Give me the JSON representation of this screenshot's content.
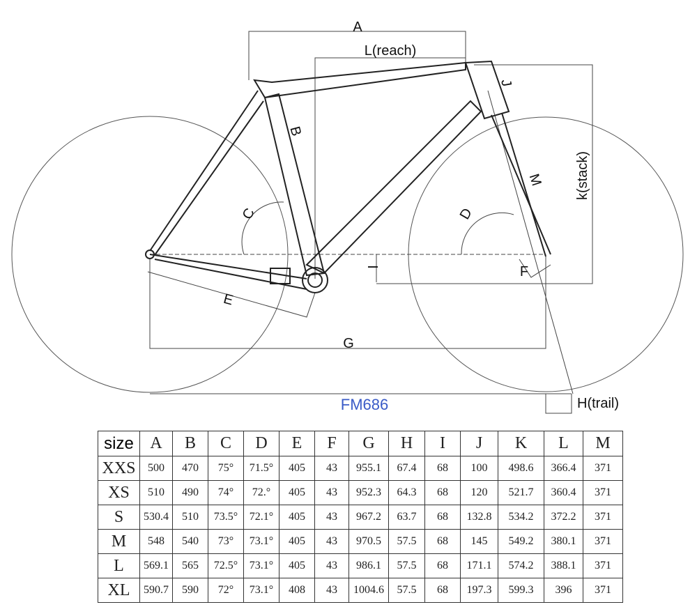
{
  "diagram": {
    "model": "FM686",
    "labels": {
      "A": "A",
      "reach": "L(reach)",
      "stack": "k(stack)",
      "B": "B",
      "C": "C",
      "D": "D",
      "E": "E",
      "F": "F",
      "G": "G",
      "trail": "H(trail)",
      "I": "I",
      "J": "J",
      "M": "M"
    }
  },
  "table": {
    "headers": [
      "size",
      "A",
      "B",
      "C",
      "D",
      "E",
      "F",
      "G",
      "H",
      "I",
      "J",
      "K",
      "L",
      "M"
    ],
    "rows": [
      [
        "XXS",
        "500",
        "470",
        "75°",
        "71.5°",
        "405",
        "43",
        "955.1",
        "67.4",
        "68",
        "100",
        "498.6",
        "366.4",
        "371"
      ],
      [
        "XS",
        "510",
        "490",
        "74°",
        "72.°",
        "405",
        "43",
        "952.3",
        "64.3",
        "68",
        "120",
        "521.7",
        "360.4",
        "371"
      ],
      [
        "S",
        "530.4",
        "510",
        "73.5°",
        "72.1°",
        "405",
        "43",
        "967.2",
        "63.7",
        "68",
        "132.8",
        "534.2",
        "372.2",
        "371"
      ],
      [
        "M",
        "548",
        "540",
        "73°",
        "73.1°",
        "405",
        "43",
        "970.5",
        "57.5",
        "68",
        "145",
        "549.2",
        "380.1",
        "371"
      ],
      [
        "L",
        "569.1",
        "565",
        "72.5°",
        "73.1°",
        "405",
        "43",
        "986.1",
        "57.5",
        "68",
        "171.1",
        "574.2",
        "388.1",
        "371"
      ],
      [
        "XL",
        "590.7",
        "590",
        "72°",
        "73.1°",
        "408",
        "43",
        "1004.6",
        "57.5",
        "68",
        "197.3",
        "599.3",
        "396",
        "371"
      ]
    ]
  }
}
